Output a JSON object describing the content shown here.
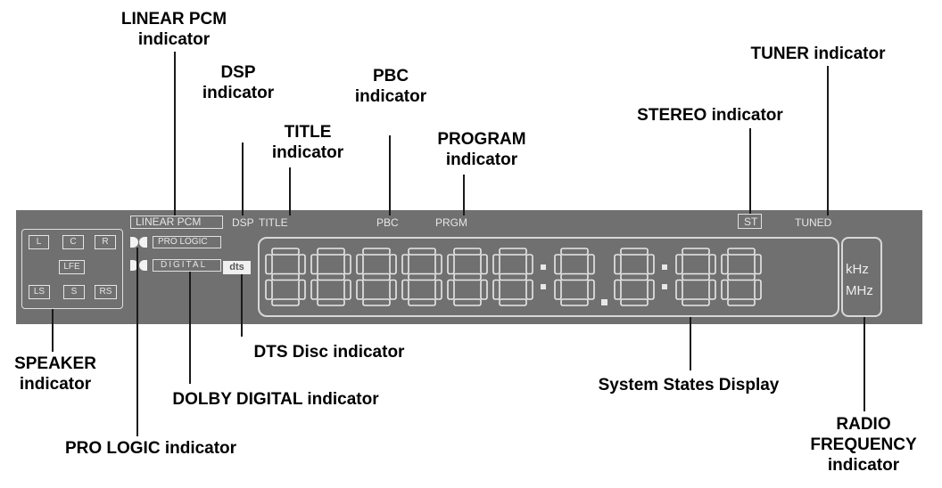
{
  "callouts": {
    "linear_pcm": [
      "LINEAR PCM",
      "indicator"
    ],
    "dsp": [
      "DSP",
      "indicator"
    ],
    "title": [
      "TITLE",
      "indicator"
    ],
    "pbc": [
      "PBC",
      "indicator"
    ],
    "program": [
      "PROGRAM",
      "indicator"
    ],
    "stereo": "STEREO indicator",
    "tuner": "TUNER indicator",
    "speaker": [
      "SPEAKER",
      "indicator"
    ],
    "dts_disc": "DTS Disc indicator",
    "dolby_digital": "DOLBY DIGITAL indicator",
    "pro_logic": "PRO LOGIC indicator",
    "system_states": "System States Display",
    "radio_frequency": [
      "RADIO",
      "FREQUENCY",
      "indicator"
    ]
  },
  "panel": {
    "linear_pcm": "LINEAR PCM",
    "dsp": "DSP",
    "title": "TITLE",
    "pbc": "PBC",
    "prgm": "PRGM",
    "st": "ST",
    "tuned": "TUNED",
    "speakers": [
      "L",
      "C",
      "R",
      "LFE",
      "LS",
      "S",
      "RS"
    ],
    "pro_logic": "PRO LOGIC",
    "digital": "DIGITAL",
    "dts": "dts",
    "display_chars": [
      "8",
      "8",
      "8",
      "8",
      "8",
      "8",
      ":",
      "8",
      ".",
      "8",
      ":",
      "8",
      "8"
    ],
    "khz": "kHz",
    "mhz": "MHz"
  },
  "colors": {
    "panel_bg": "#707070",
    "segment": "#e8e8e8",
    "panel_text": "#e6e6e6"
  }
}
